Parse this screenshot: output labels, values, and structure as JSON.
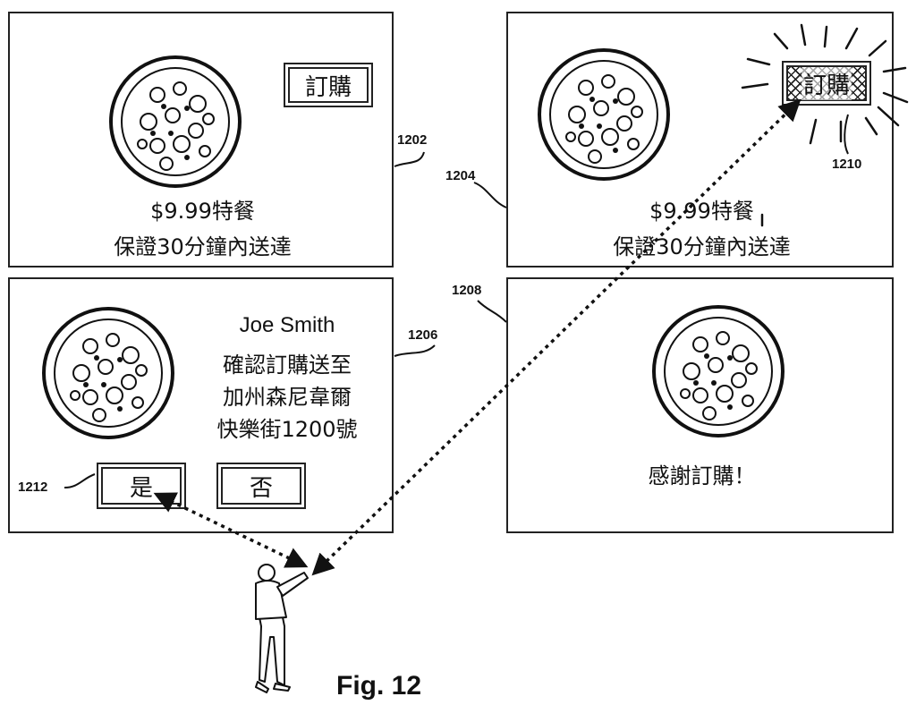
{
  "panels": {
    "p1202": {
      "ref": "1202",
      "button": "訂購",
      "line1": "$9.99特餐",
      "line2": "保證30分鐘內送達"
    },
    "p1204": {
      "ref": "1204",
      "button": "訂購",
      "button_ref": "1210",
      "line1": "$9.99特餐",
      "line2": "保證30分鐘內送達"
    },
    "p1206": {
      "ref": "1206",
      "name": "Joe Smith",
      "line1": "確認訂購送至",
      "line2": "加州森尼韋爾",
      "line3": "快樂街1200號",
      "yes": "是",
      "no": "否",
      "yes_ref": "1212"
    },
    "p1208": {
      "ref": "1208",
      "message": "感謝訂購！"
    }
  },
  "caption": "Fig. 12"
}
